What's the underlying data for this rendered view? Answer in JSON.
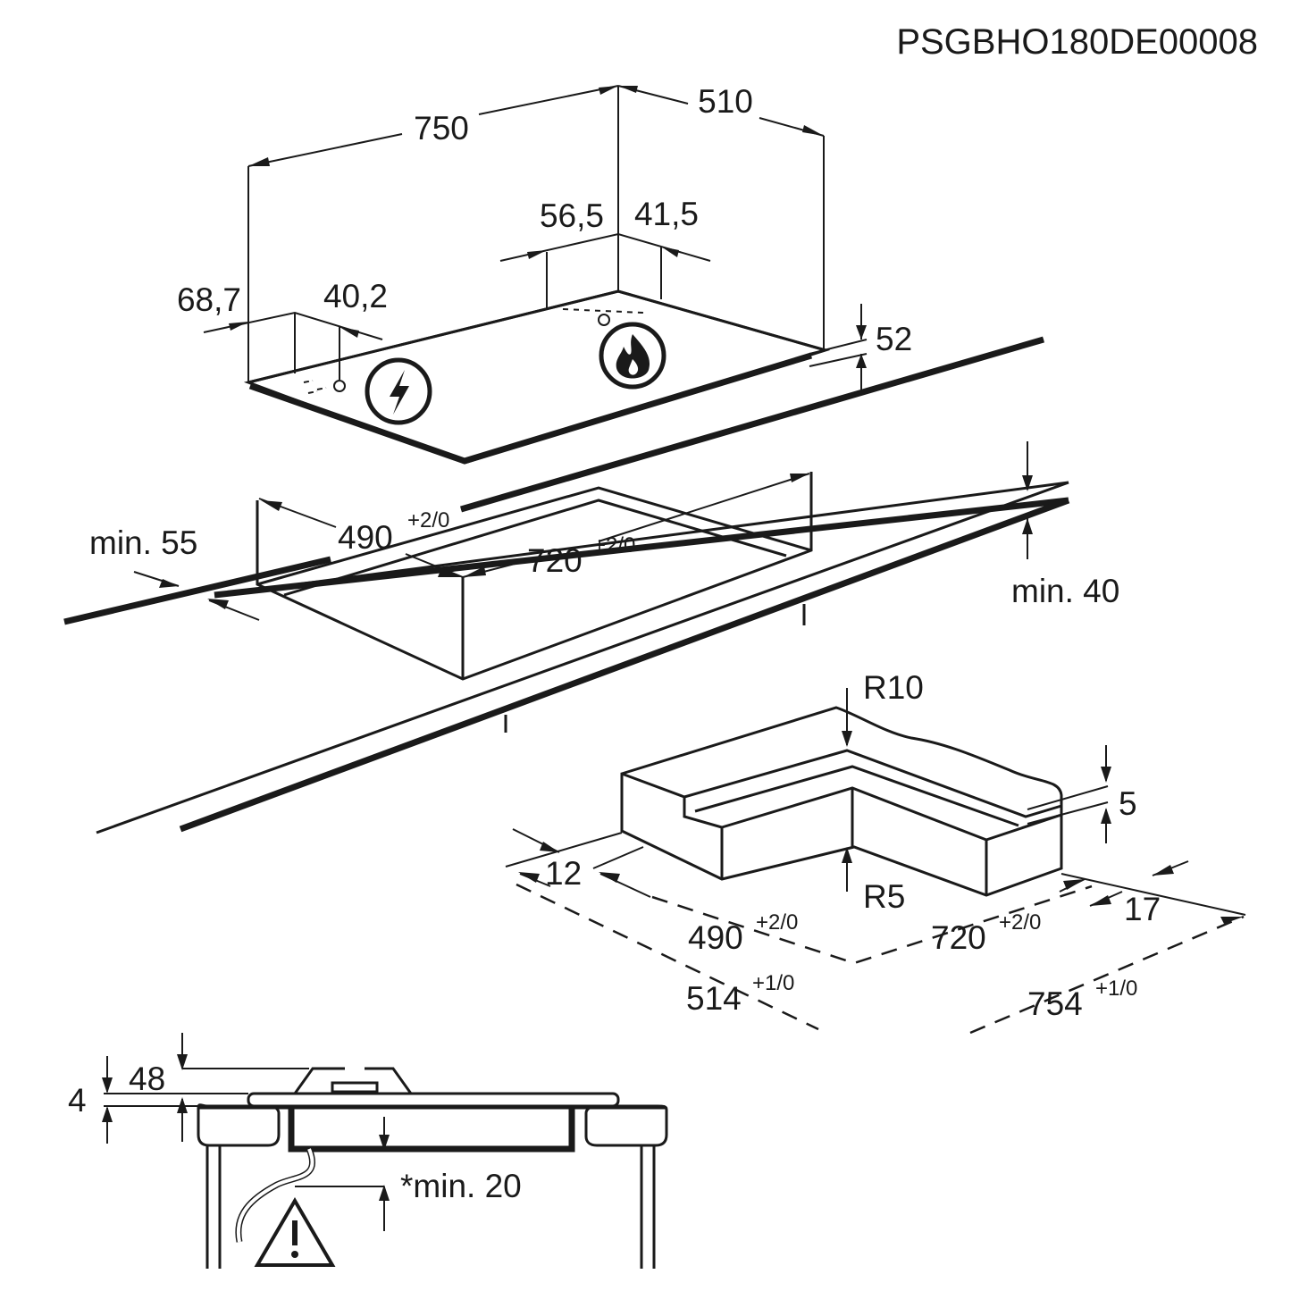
{
  "document_code": "PSGBHO180DE00008",
  "hob_dimensions": {
    "width": "750",
    "depth": "510",
    "gas_offset_left": "56,5",
    "gas_offset_right": "41,5",
    "elec_offset_left": "68,7",
    "elec_offset_right": "40,2",
    "height": "52"
  },
  "cutout": {
    "depth": "490",
    "depth_tol": "+2/0",
    "width": "720",
    "width_tol": "+2/0",
    "min_front": "min. 55",
    "min_thickness": "min. 40"
  },
  "frame_detail": {
    "radius_outer": "R10",
    "radius_inner": "R5",
    "thickness": "5",
    "side_left": "12",
    "side_right": "17",
    "inner_depth": "490",
    "inner_depth_tol": "+2/0",
    "inner_width": "720",
    "inner_width_tol": "+2/0",
    "outer_depth": "514",
    "outer_depth_tol": "+1/0",
    "outer_width": "754",
    "outer_width_tol": "+1/0"
  },
  "section": {
    "height_total": "48",
    "glass": "4",
    "clearance": "*min. 20"
  },
  "icons": [
    "lightning-icon",
    "flame-icon",
    "warning-icon"
  ]
}
